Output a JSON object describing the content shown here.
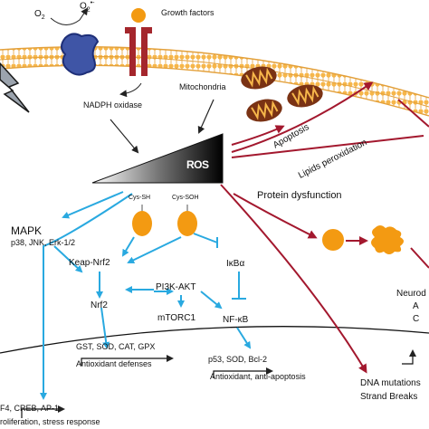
{
  "labels": {
    "o2": "O",
    "o2_sub": "2",
    "o2_radical": "O",
    "o2_radical_sub": "2",
    "o2_radical_sup": "•-",
    "growth_factors": "Growth factors",
    "nadph_oxidase": "NADPH oxidase",
    "mitochondria": "Mitochondria",
    "ros": "ROS",
    "apoptosis": "Apoptosis",
    "lipids_peroxidation": "Lipids peroxidation",
    "protein_dysfunction": "Protein dysfunction",
    "cys_sh": "Cys-SH",
    "cys_soh": "Cys-SOH",
    "mapk": "MAPK",
    "mapk_members": "p38, JNK, Erk-1/2",
    "keap_nrf2": "Keap-Nrf2",
    "pi3k_akt": "PI3K-AKT",
    "ikba": "IκBα",
    "nrf2": "Nrf2",
    "mtorc1": "mTORC1",
    "nfkb": "NF-κB",
    "neurod_partial": "Neurod",
    "neurod_line2": "A",
    "neurod_line3": "C",
    "gst_genes": "GST, SOD, CAT, GPX",
    "antioxidant_defenses": "Antioxidant defenses",
    "p53_genes": "p53, SOD, Bcl-2",
    "antiapoptosis": "Antioxidant, anti-apoptosis",
    "dna_mutations": "DNA mutations",
    "strand_breaks": "Strand Breaks",
    "atf4_genes": "F4, CREB, AP-1",
    "proliferation": "roliferation, stress response"
  },
  "colors": {
    "blue_arrow": "#29a9e0",
    "red_arrow": "#a3182e",
    "membrane": "#f6b64a",
    "nadph": "#3f55a6",
    "protein_orange": "#f39a12",
    "mito_body": "#7a3214",
    "receptor": "#a4262c"
  }
}
